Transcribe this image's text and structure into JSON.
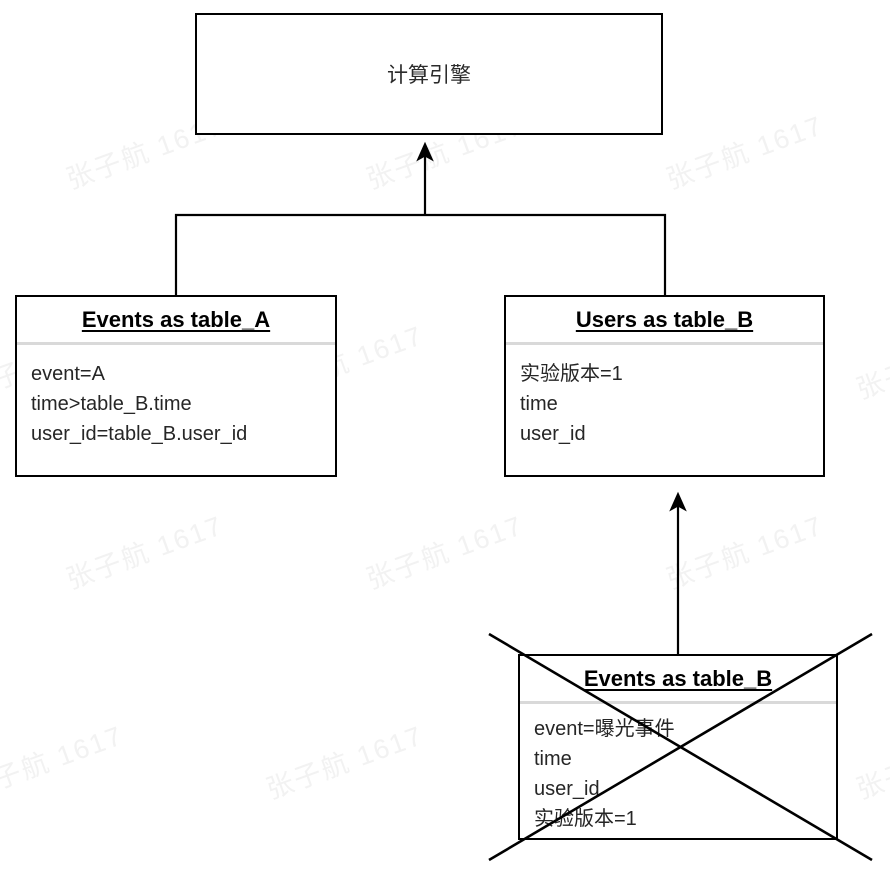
{
  "diagram": {
    "title_node": {
      "label": "计算引擎"
    },
    "tables": [
      {
        "id": "table-a",
        "header": "Events as table_A",
        "rows": [
          "event=A",
          "time>table_B.time",
          "user_id=table_B.user_id"
        ],
        "struck_out": false
      },
      {
        "id": "table-b-users",
        "header": "Users as table_B",
        "rows": [
          "实验版本=1",
          "time",
          "user_id"
        ],
        "struck_out": false
      },
      {
        "id": "table-b-events",
        "header": "Events as table_B",
        "rows": [
          "event=曝光事件",
          "time",
          "user_id",
          "实验版本=1"
        ],
        "struck_out": true
      }
    ],
    "connectors": [
      {
        "name": "table-a-to-engine",
        "style": "elbow"
      },
      {
        "name": "users-to-engine",
        "style": "elbow"
      },
      {
        "name": "events-b-to-users",
        "style": "arrow-up"
      }
    ],
    "colors": {
      "stroke": "#000000",
      "box_fill": "#ffffff",
      "header_divider": "#d9d9d9",
      "watermark": "#f2f2f2",
      "text": "#262626"
    },
    "watermark": {
      "text": "张子航 1617"
    }
  }
}
